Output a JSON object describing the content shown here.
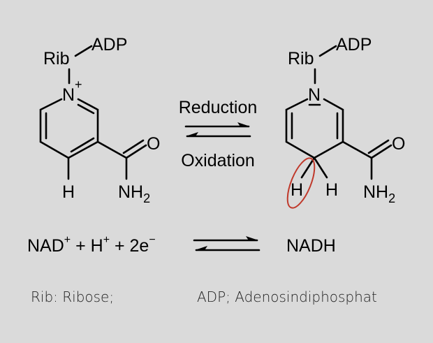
{
  "left_molecule": {
    "rib": "Rib",
    "adp": "ADP",
    "n": "N",
    "charge": "+",
    "h": "H",
    "o": "O",
    "nh": "NH",
    "sub2": "2"
  },
  "right_molecule": {
    "rib": "Rib",
    "adp": "ADP",
    "n": "N",
    "h1": "H",
    "h2": "H",
    "o": "O",
    "nh": "NH",
    "sub2": "2"
  },
  "arrows": {
    "top_label": "Reduction",
    "bottom_label": "Oxidation"
  },
  "equation": {
    "nad": "NAD",
    "plus_sup": "+",
    "plus1": " + H",
    "h_sup": "+",
    "rest": " + 2e",
    "minus_sup": "−",
    "product": "NADH"
  },
  "legend": {
    "rib": "Rib: Ribose;",
    "adp": "ADP; Adenosindiphosphat"
  },
  "colors": {
    "highlight": "#c0392b",
    "background": "#dadada"
  }
}
